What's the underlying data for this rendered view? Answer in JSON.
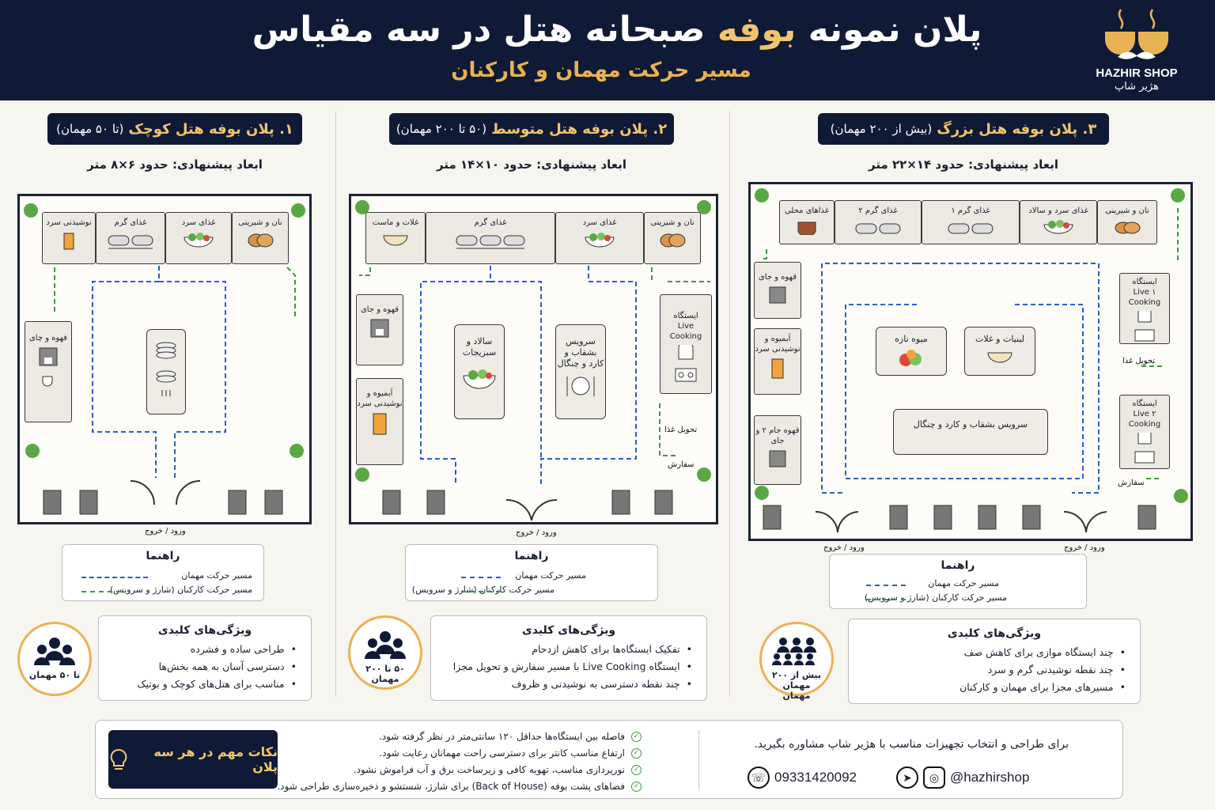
{
  "header": {
    "title_pre": "پلان نمونه",
    "title_hl": "بوفه",
    "title_post": "صبحانه هتل در سه مقیاس",
    "subtitle": "مسیر حرکت مهمان و کارکنان",
    "logo_en": "HAZHIR SHOP",
    "logo_fa": "هژیر شاپ"
  },
  "colors": {
    "navy": "#0f1a36",
    "gold": "#e8b253",
    "guest_path": "#2b5ccc",
    "staff_path": "#3a9a3a"
  },
  "small": {
    "title": "۱. پلان بوفه هتل کوچک",
    "capacity": "(تا ۵۰ مهمان)",
    "dims": "ابعاد پیشنهادی: حدود ۶×۸ متر",
    "stations": [
      "نان و شیرینی",
      "غذای سرد",
      "غذای گرم",
      "نوشیدنی سرد"
    ],
    "side": "فهوه و چای",
    "entry": "ورود / خروج",
    "features": [
      "طراحی ساده و فشرده",
      "دسترسی آسان به همه بخش‌ها",
      "مناسب برای هتل‌های کوچک و بوتیک"
    ],
    "circle": "تا ۵۰ مهمان"
  },
  "medium": {
    "title": "۲. پلان بوفه هتل متوسط",
    "capacity": "(۵۰ تا ۲۰۰ مهمان)",
    "dims": "ابعاد پیشنهادی: حدود ۱۰×۱۴ متر",
    "stations": [
      "نان و شیرینی",
      "غذای سرد",
      "غذای گرم",
      "غلات و ماست"
    ],
    "coffee": "قهوه و جای",
    "juice": "آبمیوه و نوشیدنی سرد",
    "salad": "سالاد و سبزیجات",
    "cutlery": "سرویس بشقاب و کارد و چنگال",
    "live_title": "ایستگاه",
    "live_sub": "Live Cooking",
    "delivery": "تحویل غذا",
    "order": "سفارش",
    "entry": "ورود / خروج",
    "features": [
      "تفکیک ایستگاه‌ها برای کاهش ازدحام",
      "ایستگاه Live Cooking با مسیر سفارش و تحویل مجزا",
      "چند نقطه دسترسی به نوشیدنی و ظروف"
    ],
    "circle1": "۵۰ تا ۲۰۰",
    "circle2": "مهمان"
  },
  "large": {
    "title": "۳. پلان بوفه هتل بزرگ",
    "capacity": "(بیش از ۲۰۰ مهمان)",
    "dims": "ابعاد پیشنهادی: حدود ۱۴×۲۲ متر",
    "stations": [
      "نان و شیرینی",
      "غذای سرد و سالاد",
      "غذای گرم ۱",
      "غذای گرم ۲",
      "غذاهای محلی"
    ],
    "coffee1": "قهوه و جای",
    "juice": "آبمیوه و نوشیدنی سرد",
    "coffee2": "قهوه جام ۲ و جای",
    "fruit": "میوه تازه",
    "dairy": "لبنیات و غلات",
    "cutlery": "سرویس بشقاب و کارد و چنگال",
    "live1": "ایستگاه",
    "live1b": "۱ Live Cooking",
    "live2": "ایستگاه",
    "live2b": "۲ Live Cooking",
    "delivery": "تحویل غذا",
    "order": "سفارش",
    "entry1": "ورود / خروج",
    "entry2": "ورود / خروج",
    "features": [
      "چند ایستگاه موازی برای کاهش صف",
      "چند نقطه نوشیدنی گرم و سرد",
      "مسیرهای مجزا برای مهمان و کارکنان"
    ],
    "circle1": "بیش از ۲۰۰ مهمان",
    "circle2": "مهمان"
  },
  "legend": {
    "title": "راهنما",
    "guest": "مسیر حرکت مهمان",
    "staff": "مسیر حرکت کارکنان (شارژ و سرویس)"
  },
  "features_title": "ویژگی‌های کلیدی",
  "tips": {
    "title": "نکات مهم در هر سه پلان",
    "items": [
      "فاصله بین ایستگاه‌ها حداقل ۱۲۰ سانتی‌متر در نظر گرفته شود.",
      "ارتفاع مناسب کانتر برای دسترسی راحت مهمانان رعایت شود.",
      "نورپردازی مناسب، تهویه کافی و زیرساخت برق و آب فراموش نشود.",
      "فضاهای پشت بوفه (Back of House) برای شارژ، شستشو و ذخیره‌سازی طراحی شود."
    ],
    "consult": "برای طراحی و انتخاب تجهیزات مناسب با هژیر شاپ مشاوره بگیرید.",
    "phone": "09331420092",
    "handle": "@hazhirshop"
  }
}
